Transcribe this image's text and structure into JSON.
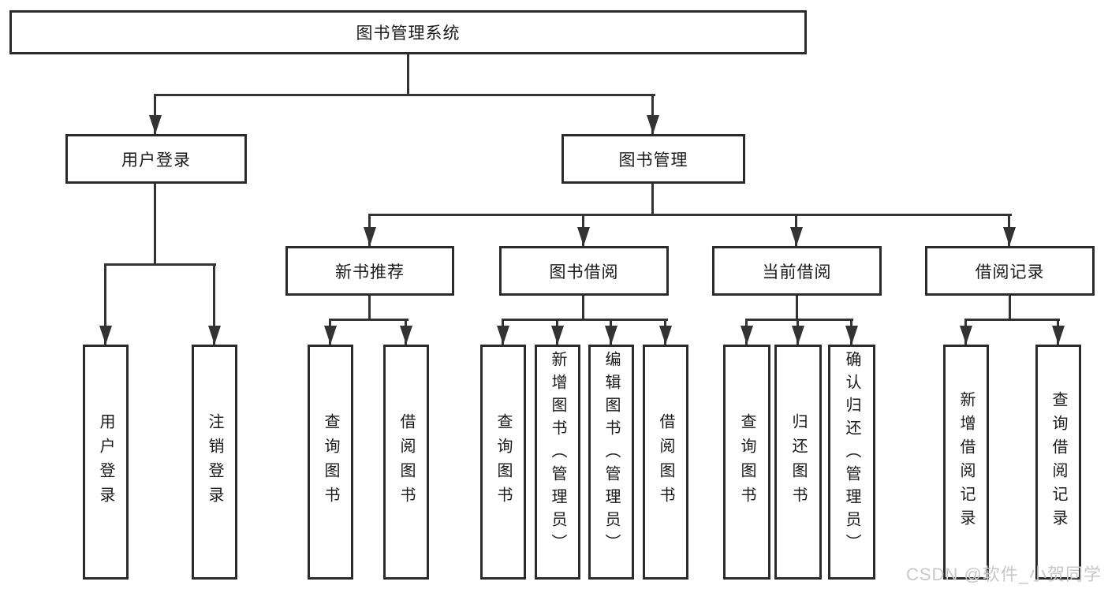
{
  "colors": {
    "line": "#333333",
    "box_border": "#2b2b2b",
    "text": "#1a1a1a",
    "watermark": "#c8c8c8",
    "background": "#ffffff"
  },
  "tree": {
    "root": {
      "label": "图书管理系统"
    },
    "branches": [
      {
        "label": "用户登录",
        "children": [
          "用户登录",
          "注销登录"
        ]
      },
      {
        "label": "图书管理",
        "groups": [
          {
            "label": "新书推荐",
            "children": [
              "查询图书",
              "借阅图书"
            ]
          },
          {
            "label": "图书借阅",
            "children": [
              "查询图书",
              "新增图书（管理员）",
              "编辑图书（管理员）",
              "借阅图书"
            ]
          },
          {
            "label": "当前借阅",
            "children": [
              "查询图书",
              "归还图书",
              "确认归还（管理员）"
            ]
          },
          {
            "label": "借阅记录",
            "children": [
              "新增借阅记录",
              "查询借阅记录"
            ]
          }
        ]
      }
    ]
  },
  "watermark": {
    "text": "CSDN @软件_小贺同学"
  }
}
